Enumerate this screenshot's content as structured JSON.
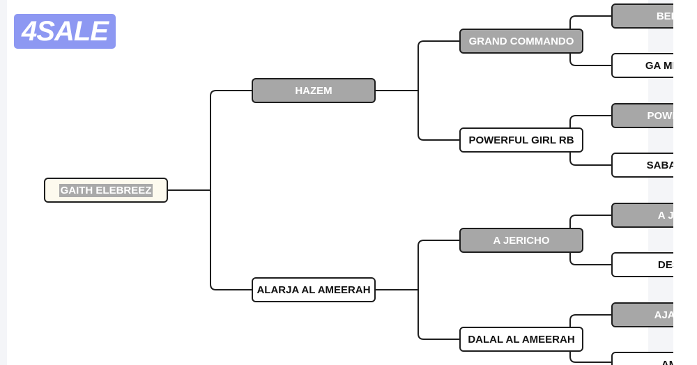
{
  "logo": {
    "text": "4SALE"
  },
  "colors": {
    "grey_node": "#a7a7a7",
    "white_node": "#ffffff",
    "root_node": "#fdfaee",
    "line": "#1e1e1e",
    "logo": "#8d98f2"
  },
  "pedigree": {
    "root": "GAITH ELEBREEZ",
    "sire": "HAZEM",
    "dam": "ALARJA AL AMEERAH",
    "sire_sire": "GRAND COMMANDO",
    "sire_dam": "POWERFUL GIRL RB",
    "dam_sire": "A JERICHO",
    "dam_dam": "DALAL AL AMEERAH",
    "gen3": [
      "BEIJIN",
      "GA MI GRA",
      "POWER W",
      "SABAH EL",
      "A JAK",
      "DESTI",
      "AJA AN",
      "AMA"
    ]
  }
}
